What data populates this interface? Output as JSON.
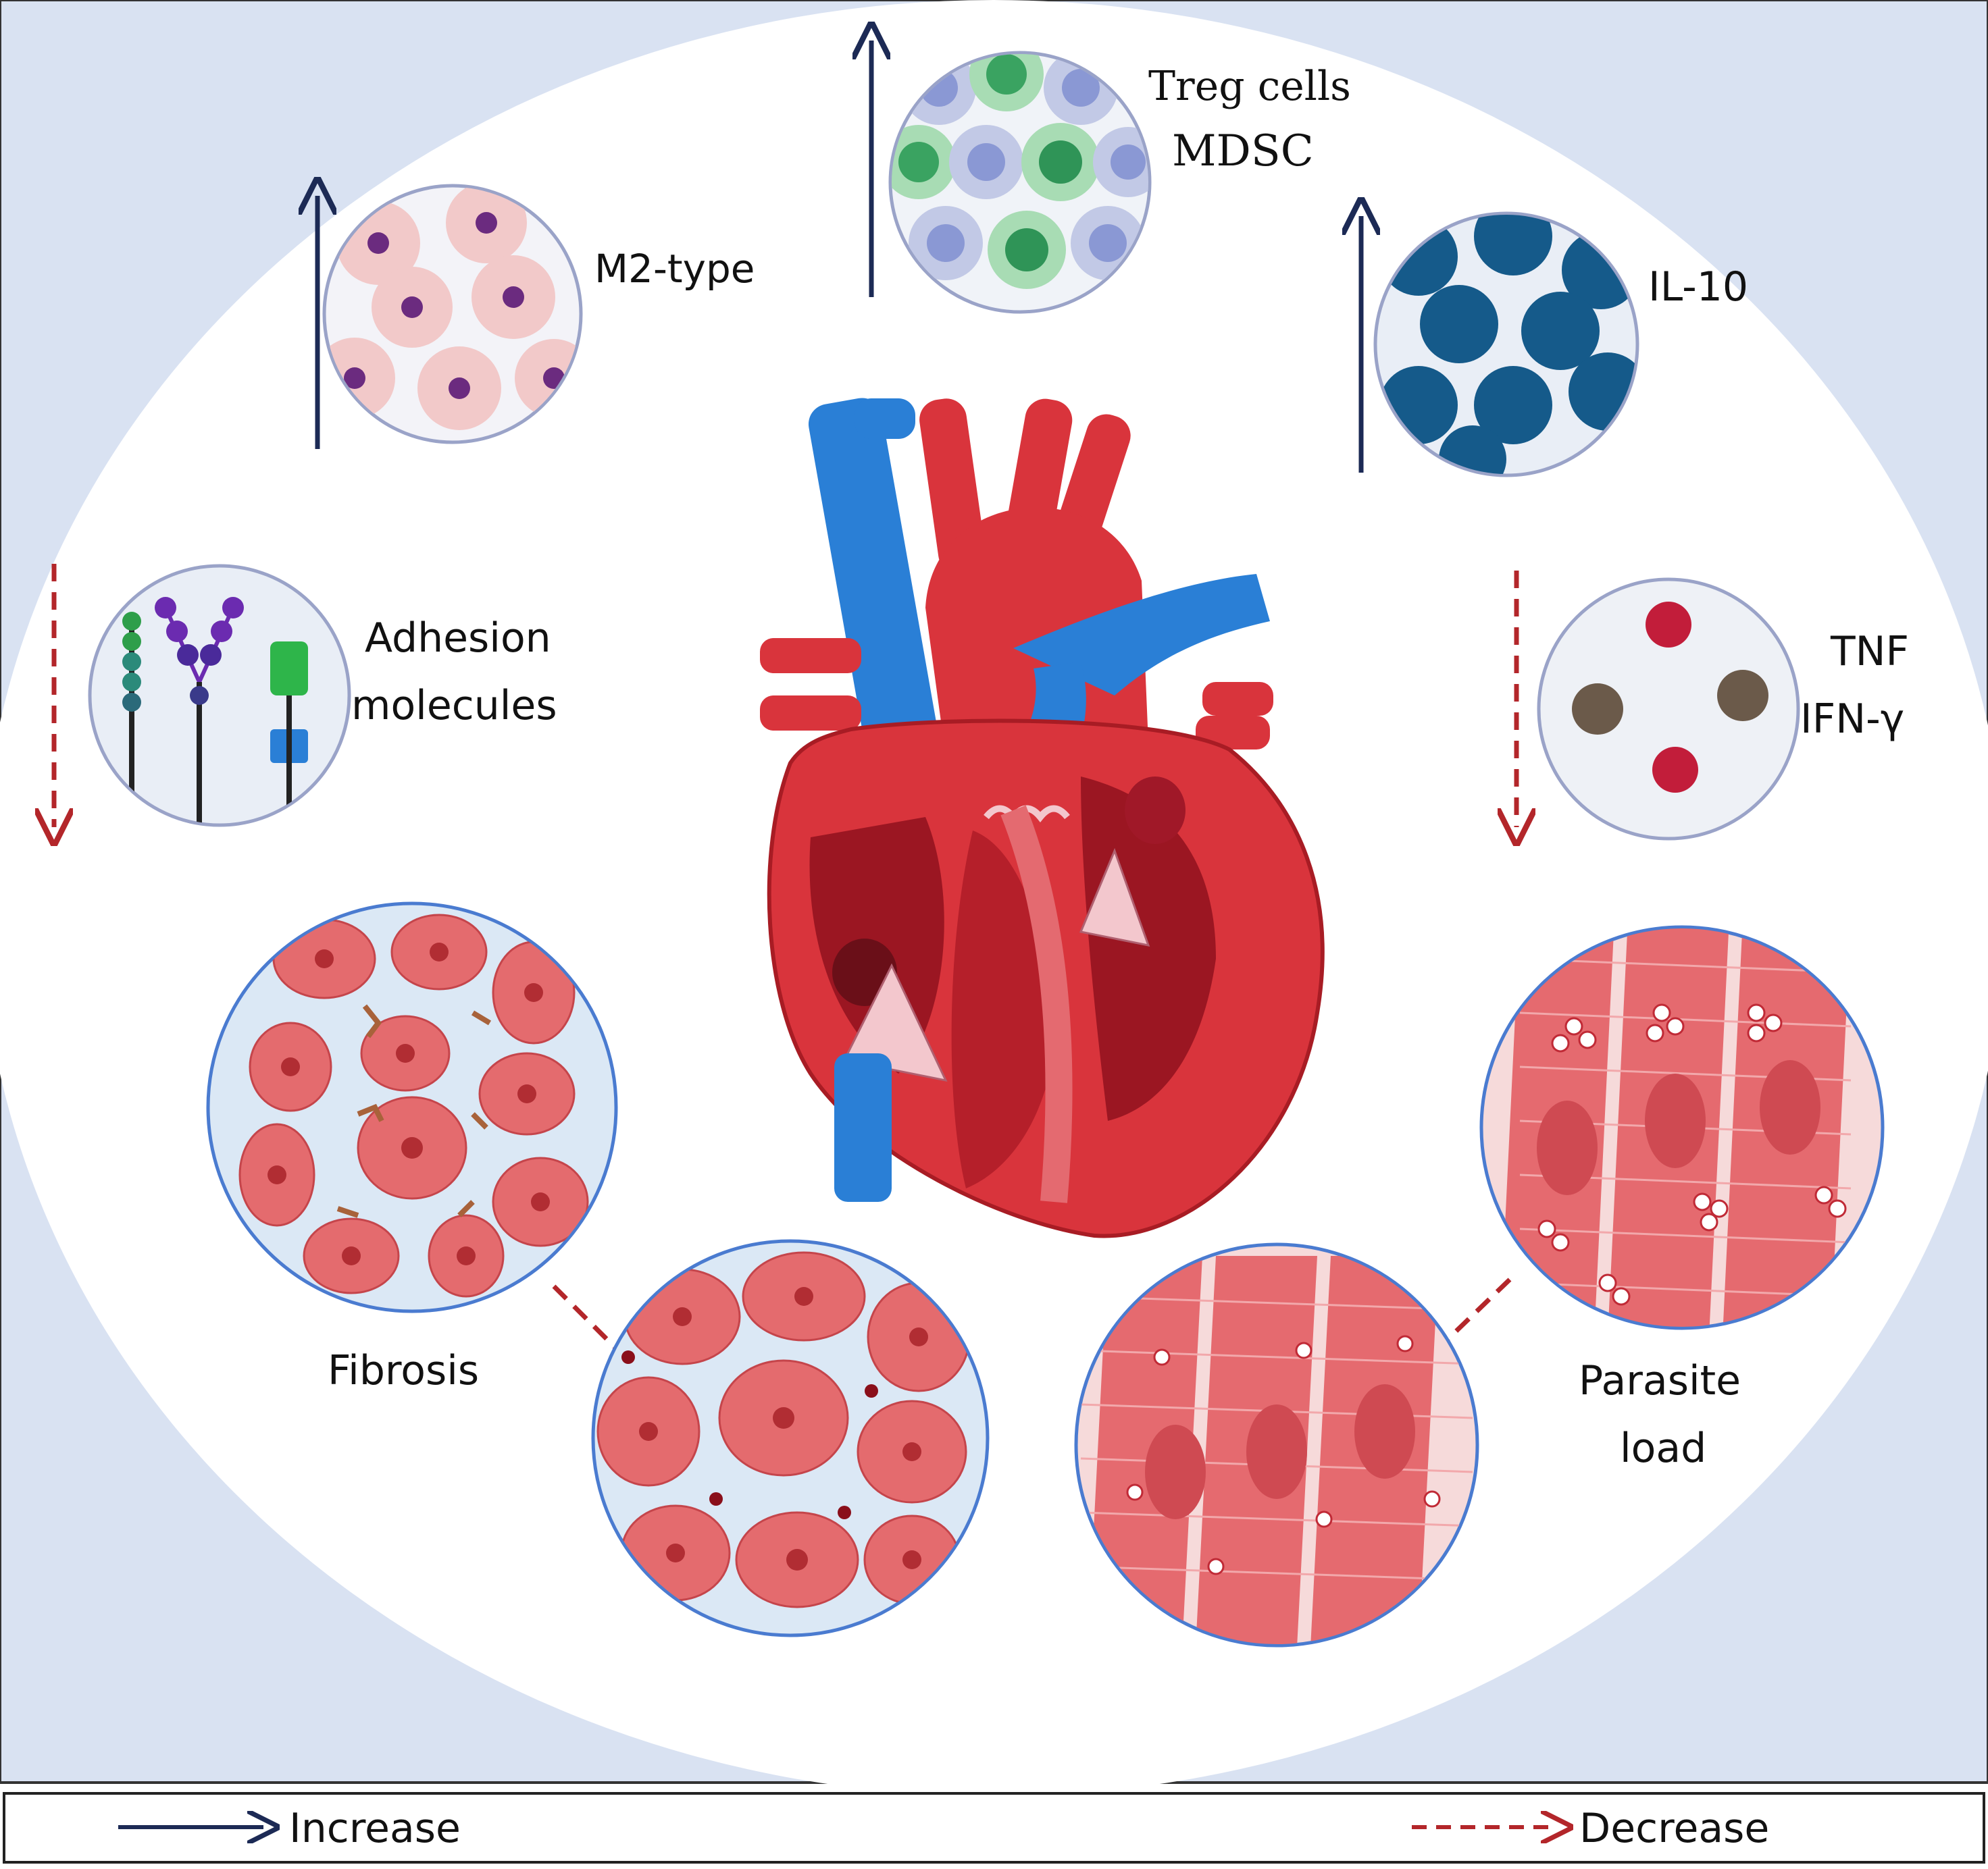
{
  "labels": {
    "m2": "M2-type",
    "treg_line1": "Treg cells",
    "treg_line2": "MDSC",
    "il10": "IL-10",
    "adhesion_line1": "Adhesion",
    "adhesion_line2": "molecules",
    "tnf_line1": "TNF",
    "tnf_line2": "IFN-γ",
    "fibrosis": "Fibrosis",
    "parasite_line1": "Parasite",
    "parasite_line2": "load"
  },
  "legend": {
    "increase": "Increase",
    "decrease": "Decrease"
  },
  "colors": {
    "background_frame": "#d9e2f2",
    "ellipse_fill": "#ffffff",
    "increase_arrow": "#1c2a55",
    "decrease_arrow": "#b3262a",
    "heart_red": "#d9343c",
    "vessel_blue": "#2a7fd6",
    "circle_border": "#4a7bd0"
  }
}
